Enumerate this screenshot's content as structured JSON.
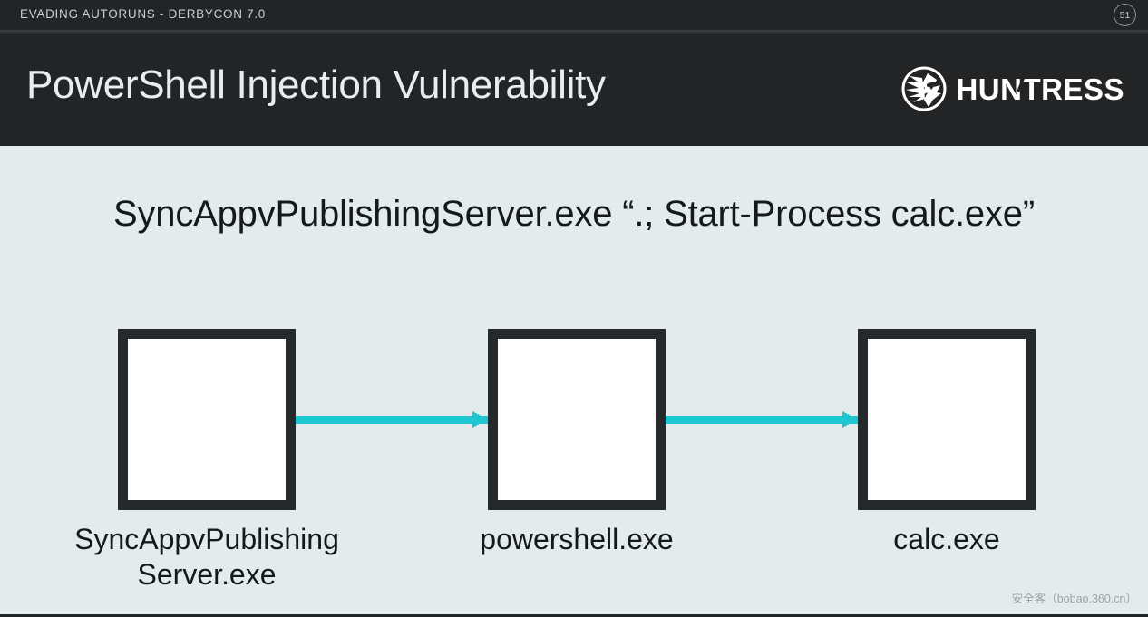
{
  "deck": {
    "header_title": "EVADING AUTORUNS - DERBYCON 7.0",
    "slide_number": "51"
  },
  "title": {
    "text": "PowerShell Injection Vulnerability"
  },
  "brand": {
    "name": "HUNTRESS",
    "mark_icon": "huntress-falcon-icon"
  },
  "content": {
    "command": "SyncAppvPublishingServer.exe “.; Start-Process calc.exe”",
    "diagram": {
      "type": "process-chain",
      "nodes": [
        {
          "id": "node-1",
          "label_line1": "SyncAppvPublishing",
          "label_line2": "Server.exe"
        },
        {
          "id": "node-2",
          "label_line1": "powershell.exe",
          "label_line2": ""
        },
        {
          "id": "node-3",
          "label_line1": "calc.exe",
          "label_line2": ""
        }
      ],
      "arrows": [
        {
          "from": "node-1",
          "to": "node-2"
        },
        {
          "from": "node-2",
          "to": "node-3"
        }
      ]
    }
  },
  "watermark": {
    "text": "安全客（bobao.360.cn）"
  },
  "colors": {
    "header_bg": "#222426",
    "slide_bg": "#e4ebec",
    "accent_arrow": "#1ec6d2",
    "node_border": "#26292b",
    "node_fill": "#ffffff",
    "title_text": "#e7eef0",
    "body_text": "#16191a"
  }
}
